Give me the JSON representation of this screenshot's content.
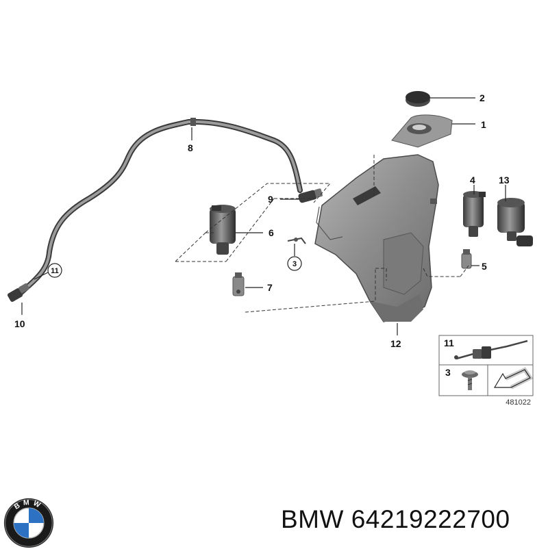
{
  "callouts": {
    "c1": "1",
    "c2": "2",
    "c3": "3",
    "c4": "4",
    "c5": "5",
    "c6": "6",
    "c7": "7",
    "c8": "8",
    "c9": "9",
    "c10": "10",
    "c11": "11",
    "c12": "12",
    "c13": "13"
  },
  "legend": {
    "item_11": "11",
    "item_3": "3",
    "ref_number": "481022"
  },
  "caption": {
    "brand": "BMW",
    "part_number": "64219222700"
  },
  "logo": {
    "letters": "BMW"
  },
  "colors": {
    "part_fill": "#8a8a8a",
    "part_dark": "#3c3c3c",
    "line": "#222222",
    "logo_blue": "#2d72c2"
  }
}
